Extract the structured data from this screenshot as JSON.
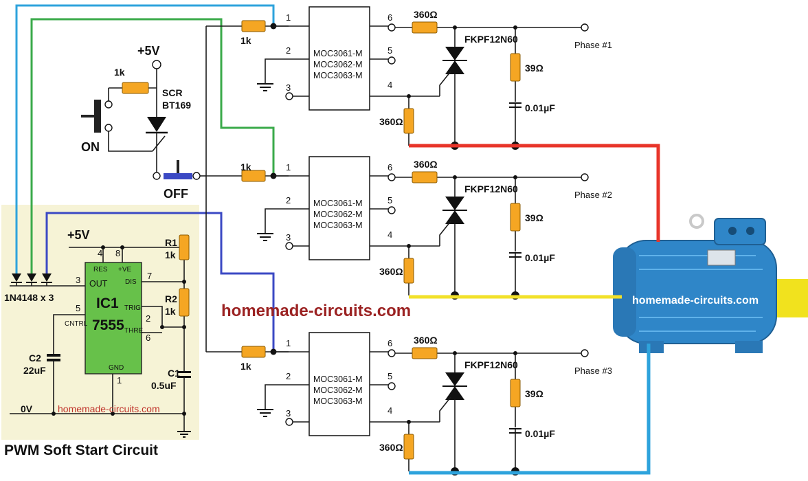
{
  "title": "PWM Soft Start Circuit",
  "watermark_large": "homemade-circuits.com",
  "watermark_small": "homemade-circuits.com",
  "watermark_motor": "homemade-circuits.com",
  "supply": "+5V",
  "supply_ic": "+5V",
  "ground_label": "0V",
  "switch_on": "ON",
  "switch_off": "OFF",
  "scr": {
    "line1": "SCR",
    "line2": "BT169"
  },
  "scr_resistor": "1k",
  "diodes": "1N4148 x 3",
  "ic": {
    "name": "IC1",
    "part": "7555",
    "pins": {
      "res": "RES",
      "vcc": "+VE",
      "out": "OUT",
      "dis": "DIS",
      "trig": "TRIG",
      "thre": "THRE",
      "cntrl": "CNTRL",
      "gnd": "GND"
    },
    "pin_numbers": {
      "p4": "4",
      "p8": "8",
      "p3": "3",
      "p7": "7",
      "p2": "2",
      "p6": "6",
      "p5": "5",
      "p1": "1"
    }
  },
  "r1": {
    "name": "R1",
    "value": "1k"
  },
  "r2": {
    "name": "R2",
    "value": "1k"
  },
  "c1": {
    "name": "C1",
    "value": "0.5uF"
  },
  "c2": {
    "name": "C2",
    "value": "22uF"
  },
  "phases": [
    {
      "input_r": "1k",
      "opto_lines": [
        "MOC3061-M",
        "MOC3062-M",
        "MOC3063-M"
      ],
      "pins": [
        "1",
        "2",
        "3",
        "4",
        "5",
        "6"
      ],
      "r_out": "360Ω",
      "r_gate": "360Ω",
      "triac": "FKPF12N60",
      "snubber_r": "39Ω",
      "snubber_c": "0.01µF",
      "label": "Phase #1"
    },
    {
      "input_r": "1k",
      "opto_lines": [
        "MOC3061-M",
        "MOC3062-M",
        "MOC3063-M"
      ],
      "pins": [
        "1",
        "2",
        "3",
        "4",
        "5",
        "6"
      ],
      "r_out": "360Ω",
      "r_gate": "360Ω",
      "triac": "FKPF12N60",
      "snubber_r": "39Ω",
      "snubber_c": "0.01µF",
      "label": "Phase #2"
    },
    {
      "input_r": "1k",
      "opto_lines": [
        "MOC3061-M",
        "MOC3062-M",
        "MOC3063-M"
      ],
      "pins": [
        "1",
        "2",
        "3",
        "4",
        "5",
        "6"
      ],
      "r_out": "360Ω",
      "r_gate": "360Ω",
      "triac": "FKPF12N60",
      "snubber_r": "39Ω",
      "snubber_c": "0.01µF",
      "label": "Phase #3"
    }
  ],
  "colors": {
    "red": "#e8352a",
    "yellow": "#f2e12a",
    "blue": "#2ea3dc",
    "green": "#3aaa4a",
    "navy": "#3b49c4",
    "panel": "#f6f3d6",
    "ic_green": "#67c14a",
    "resistor": "#f5a623",
    "motor": "#2f86c8"
  }
}
